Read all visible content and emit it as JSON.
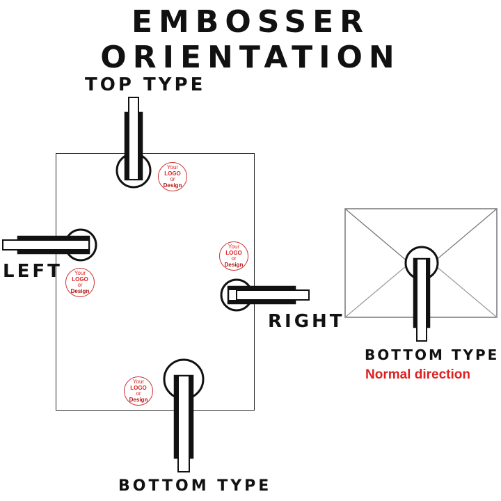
{
  "title": "EMBOSSER ORIENTATION",
  "labels": {
    "top": "TOP TYPE",
    "left": "LEFT",
    "right": "RIGHT",
    "bottom": "BOTTOM TYPE",
    "envelope_bottom": "BOTTOM TYPE",
    "envelope_note": "Normal direction"
  },
  "logo": {
    "line1": "Your",
    "line2": "LOGO",
    "line3": "or",
    "line4": "Design"
  },
  "colors": {
    "note": "#e02020",
    "logo_text": "#d22222",
    "ink": "#111111"
  }
}
